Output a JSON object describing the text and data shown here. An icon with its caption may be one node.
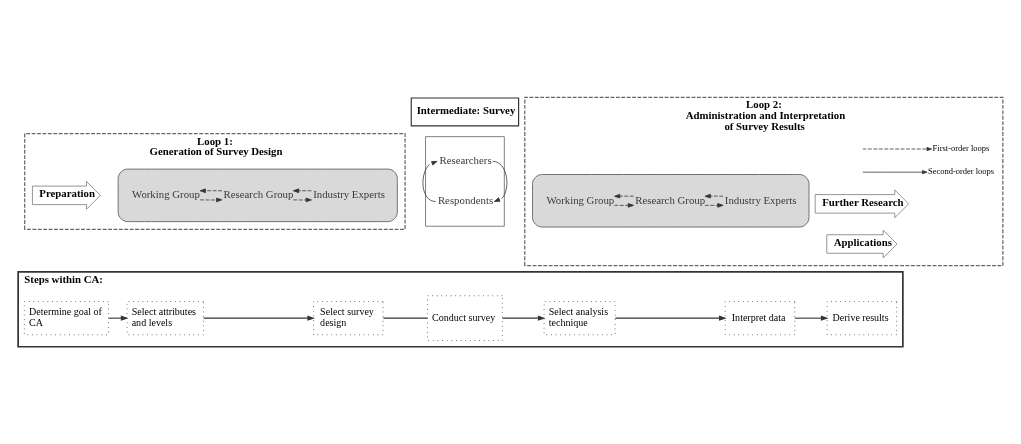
{
  "diagram": {
    "nodes": [
      {
        "text": [
          "Loop 1:",
          "Generation of Survey Design"
        ]
      },
      {
        "text": [],
        "shape": "ellipse",
        "in": 0
      },
      {
        "text": [
          "Preparation"
        ],
        "in": 0
      },
      {
        "text": [
          "Research Group"
        ],
        "in": 1
      },
      {
        "text": [
          "Working Group"
        ],
        "in": 1
      },
      {
        "text": [
          "Industry Experts"
        ],
        "in": 1
      },
      {
        "text": [
          "Intermediate: Survey"
        ]
      },
      {
        "text": [],
        "shape": "box"
      },
      {
        "text": [
          "Researchers"
        ],
        "in": 7
      },
      {
        "text": [
          "Respondents"
        ],
        "in": 7
      },
      {
        "text": [
          "Loop 2:",
          "Administration and Interpretation of Survey Results"
        ]
      },
      {
        "text": [],
        "shape": "ellipse",
        "in": 10
      },
      {
        "text": [
          "Research Group"
        ],
        "in": 11
      },
      {
        "text": [
          "Working Group"
        ],
        "in": 11
      },
      {
        "text": [
          "Industry Experts"
        ],
        "in": 11
      },
      {
        "text": [
          "Further Research"
        ],
        "in": 10
      },
      {
        "text": [
          "Applications"
        ],
        "in": 10
      },
      {
        "text": [
          "Steps within CA:"
        ]
      },
      {
        "text": [
          "Determine goal of CA"
        ],
        "in": 17
      },
      {
        "text": [
          "Select attributes and levels"
        ],
        "in": 17
      },
      {
        "text": [
          "Select survey design"
        ],
        "in": 17
      },
      {
        "text": [
          "Conduct survey"
        ],
        "in": 17
      },
      {
        "text": [
          "Select analysis technique"
        ],
        "in": 17
      },
      {
        "text": [
          "Interpret data"
        ],
        "in": 17
      },
      {
        "text": [
          "Derive results"
        ],
        "in": 17
      }
    ],
    "edges": [
      {
        "from": 4,
        "to": 3,
        "arrow": "to",
        "style": "dashed"
      },
      {
        "from": 3,
        "to": 4,
        "arrow": "to",
        "style": "dashed"
      },
      {
        "from": 3,
        "to": 5,
        "arrow": "to",
        "style": "dashed"
      },
      {
        "from": 5,
        "to": 3,
        "arrow": "to",
        "style": "dashed"
      },
      {
        "from": 8,
        "to": 9,
        "arrow": "to"
      },
      {
        "from": 9,
        "to": 8,
        "arrow": "to"
      },
      {
        "from": 13,
        "to": 12,
        "arrow": "to",
        "style": "dashed"
      },
      {
        "from": 12,
        "to": 13,
        "arrow": "to",
        "style": "dashed"
      },
      {
        "from": 12,
        "to": 14,
        "arrow": "to",
        "style": "dashed"
      },
      {
        "from": 14,
        "to": 12,
        "arrow": "to",
        "style": "dashed"
      },
      {
        "from": 18,
        "to": 19,
        "arrow": "to"
      },
      {
        "from": 19,
        "to": 20,
        "arrow": "to"
      },
      {
        "from": 20,
        "to": 21,
        "arrow": "none"
      },
      {
        "from": 21,
        "to": 22,
        "arrow": "to"
      },
      {
        "from": 22,
        "to": 23,
        "arrow": "to"
      },
      {
        "from": 23,
        "to": 24,
        "arrow": "to"
      }
    ],
    "legend": [
      {
        "text": "First-order loops"
      },
      {
        "text": "Second-order loops"
      }
    ]
  }
}
